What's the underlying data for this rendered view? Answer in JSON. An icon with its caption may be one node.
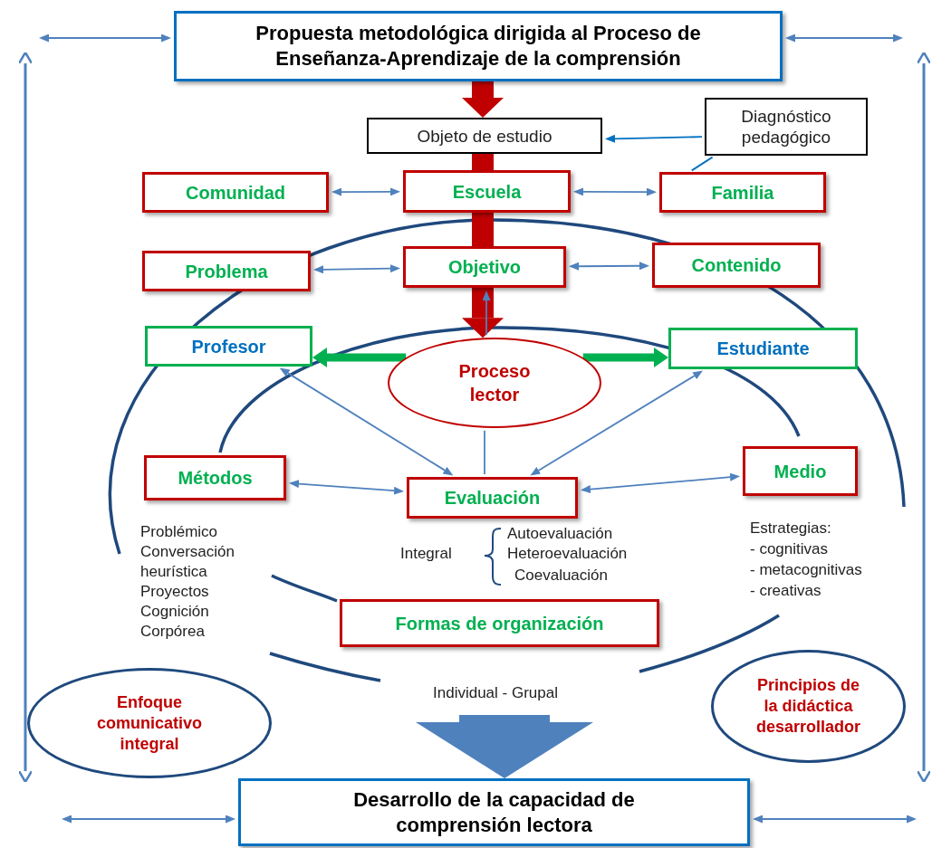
{
  "diagram": {
    "nodes": [
      {
        "text": [
          "Propuesta metodológica dirigida al Proceso de Enseñanza-Aprendizaje de la comprensión"
        ]
      },
      {
        "text": [
          "Objeto de estudio"
        ]
      },
      {
        "text": [
          "Diagnóstico pedagógico"
        ]
      },
      {
        "text": [
          "Comunidad"
        ]
      },
      {
        "text": [
          "Escuela"
        ]
      },
      {
        "text": [
          "Familia"
        ]
      },
      {
        "text": [
          "Problema"
        ]
      },
      {
        "text": [
          "Objetivo"
        ]
      },
      {
        "text": [
          "Contenido"
        ]
      },
      {
        "text": [
          "Profesor"
        ]
      },
      {
        "text": [
          "Estudiante"
        ]
      },
      {
        "text": [
          "Proceso lector"
        ]
      },
      {
        "text": [
          "Métodos"
        ],
        "beside": [
          "Problémico Conversación heurística Proyectos Cognición Corpórea"
        ]
      },
      {
        "text": [
          "Evaluación"
        ]
      },
      {
        "text": [
          "Medio"
        ],
        "beside": [
          "Estrategias:",
          "- cognitivas",
          "- metacognitivas",
          "- creativas"
        ]
      },
      {
        "text": [
          "Formas de organización"
        ],
        "beside": [
          "Individual  - Grupal"
        ]
      },
      {
        "text": [
          "Enfoque comunicativo integral"
        ]
      },
      {
        "text": [
          "Principios de la didáctica desarrollador"
        ]
      },
      {
        "text": [
          "Desarrollo de la capacidad de comprensión lectora"
        ]
      }
    ],
    "edges": [
      {
        "from": null,
        "to": 0,
        "arrow": "both"
      },
      {
        "from": 0,
        "to": null,
        "arrow": "both"
      },
      {
        "from": 0,
        "to": 1,
        "arrow": "to",
        "style": "thick",
        "color": "#c00000"
      },
      {
        "from": 1,
        "to": 4,
        "arrow": "none",
        "style": "thick",
        "color": "#c00000"
      },
      {
        "from": 4,
        "to": 7,
        "arrow": "none",
        "style": "thick",
        "color": "#c00000"
      },
      {
        "from": 7,
        "to": 11,
        "arrow": "to",
        "style": "thick",
        "color": "#c00000"
      },
      {
        "from": 2,
        "to": 1,
        "arrow": "to",
        "color": "#0070c0"
      },
      {
        "from": 2,
        "to": 5,
        "arrow": "none",
        "color": "#0070c0"
      },
      {
        "from": 3,
        "to": 4,
        "arrow": "both"
      },
      {
        "from": 4,
        "to": 5,
        "arrow": "both"
      },
      {
        "from": 6,
        "to": 7,
        "arrow": "both"
      },
      {
        "from": 7,
        "to": 8,
        "arrow": "both"
      },
      {
        "from": 11,
        "to": 7,
        "arrow": "to"
      },
      {
        "from": 11,
        "to": 9,
        "arrow": "to",
        "style": "thick",
        "color": "#00b050"
      },
      {
        "from": 13,
        "to": 9,
        "arrow": "both"
      },
      {
        "from": 13,
        "to": 10,
        "arrow": "both"
      },
      {
        "from": 11,
        "to": 13,
        "arrow": "none"
      },
      {
        "from": 12,
        "to": 13,
        "arrow": "both"
      },
      {
        "from": 13,
        "to": 14,
        "arrow": "both"
      },
      {
        "from": null,
        "to": 18,
        "arrow": "to",
        "style": "thick"
      },
      {
        "from": null,
        "to": 18,
        "arrow": "both"
      },
      {
        "from": 18,
        "to": null,
        "arrow": "both"
      },
      {
        "from": 11,
        "to": 10,
        "arrow": "to",
        "style": "thick",
        "color": "#00b050"
      }
    ],
    "labels": [
      "Integral",
      "Autoevaluación",
      "Heteroevaluación",
      "Coevaluación"
    ]
  }
}
